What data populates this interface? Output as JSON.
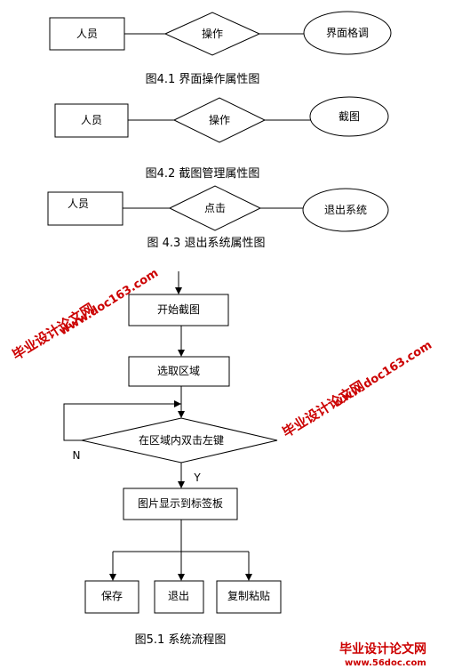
{
  "er_diagrams": [
    {
      "entity": "人员",
      "relation": "操作",
      "attribute": "界面格调",
      "caption": "图4.1  界面操作属性图"
    },
    {
      "entity": "人员",
      "relation": "操作",
      "attribute": "截图",
      "caption": "图4.2  截图管理属性图"
    },
    {
      "entity": "人员",
      "relation": "点击",
      "attribute": "退出系统",
      "caption": "图 4.3  退出系统属性图"
    }
  ],
  "flowchart": {
    "start": "开始截图",
    "select": "选取区域",
    "decision": "在区域内双击左键",
    "no_label": "N",
    "yes_label": "Y",
    "display": "图片显示到标签板",
    "save": "保存",
    "exit": "退出",
    "copy_paste": "复制粘贴",
    "caption": "图5.1  系统流程图"
  },
  "watermarks": {
    "site_cn": "毕业设计论文网",
    "site_url": "www.doc163.com",
    "footer_cn": "毕业设计论文网",
    "footer_url": "www.56doc.com"
  },
  "colors": {
    "watermark": "#cc0000",
    "line": "#000000"
  }
}
